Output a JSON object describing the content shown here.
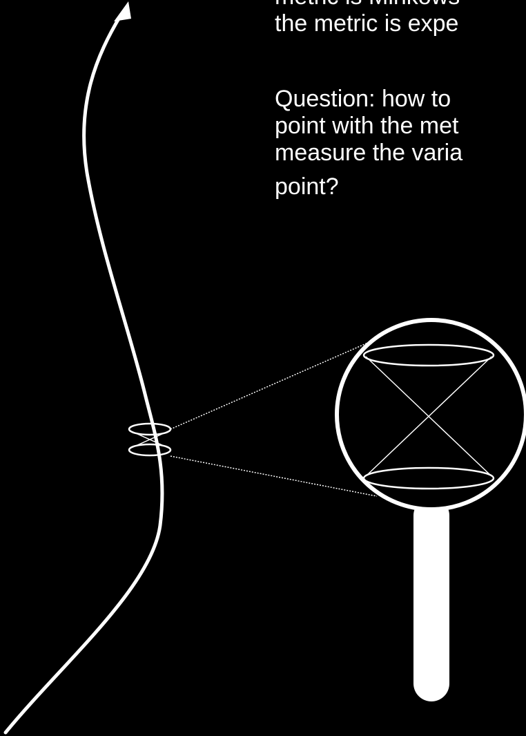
{
  "text": {
    "paragraph_1": [
      "metric is Minkows",
      "the metric is expe"
    ],
    "paragraph_2": [
      "Question: how to",
      "point with the met",
      "measure the varia",
      "point?"
    ]
  },
  "colors": {
    "background": "#000000",
    "foreground": "#ffffff"
  }
}
